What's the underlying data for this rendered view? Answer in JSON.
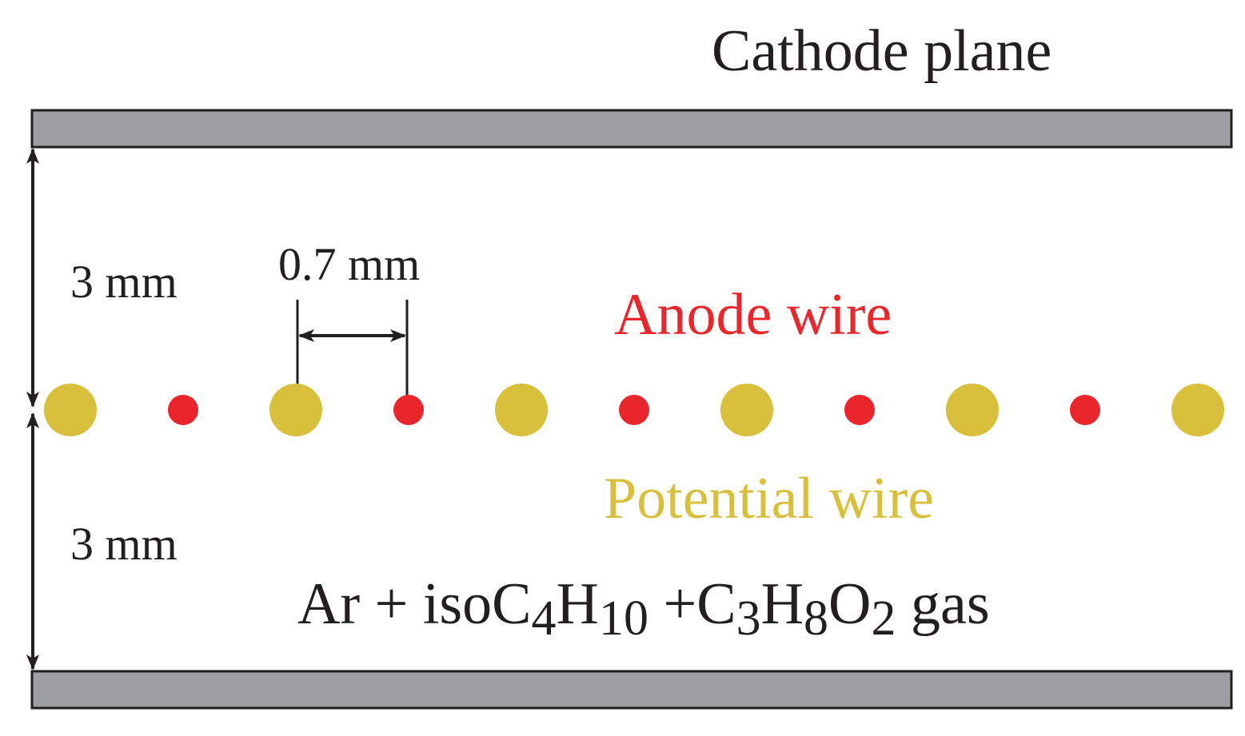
{
  "title": "Cathode plane",
  "dimensions": {
    "top_gap": "3 mm",
    "bottom_gap": "3 mm",
    "wire_pitch": "0.7 mm"
  },
  "labels": {
    "anode": "Anode wire",
    "potential": "Potential wire"
  },
  "gas": {
    "parts": [
      {
        "text": "Ar + isoC",
        "sub": false
      },
      {
        "text": "4",
        "sub": true
      },
      {
        "text": "H",
        "sub": false
      },
      {
        "text": "10",
        "sub": true
      },
      {
        "text": " +C",
        "sub": false
      },
      {
        "text": "3",
        "sub": true
      },
      {
        "text": "H",
        "sub": false
      },
      {
        "text": "8",
        "sub": true
      },
      {
        "text": "O",
        "sub": false
      },
      {
        "text": "2",
        "sub": true
      },
      {
        "text": " gas",
        "sub": false
      }
    ]
  },
  "wires": {
    "sequence": [
      "potential",
      "anode",
      "potential",
      "anode",
      "potential",
      "anode",
      "potential",
      "anode",
      "potential",
      "anode",
      "potential"
    ]
  },
  "colors": {
    "cathode_fill": "#9d9ea1",
    "cathode_stroke": "#231f20",
    "anode": "#e8262b",
    "potential": "#d8bf3c",
    "text": "#231f20"
  }
}
